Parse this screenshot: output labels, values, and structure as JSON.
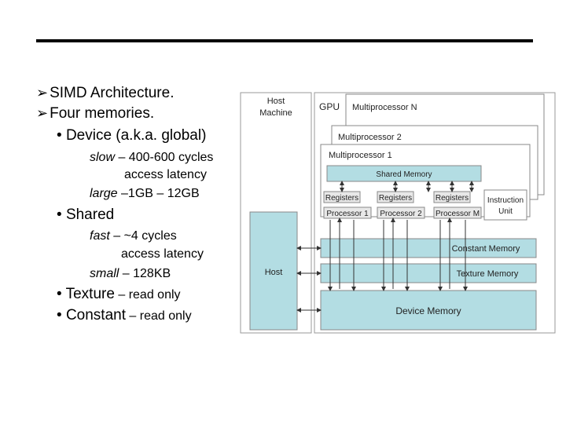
{
  "bullets": {
    "simd": "SIMD Architecture.",
    "four_memories": "Four memories.",
    "device": "Device (a.k.a. global)",
    "device_slow_em": "slow",
    "device_slow_rest": " – 400-600 cycles",
    "device_slow_cont": "access latency",
    "device_large_em": "large",
    "device_large_rest": " –1GB – 12GB",
    "shared": "Shared",
    "shared_fast_em": "fast",
    "shared_fast_rest": " – ~4 cycles",
    "shared_fast_cont": "access latency",
    "shared_small_em": "small",
    "shared_small_rest": " – 128KB",
    "texture": "Texture",
    "texture_note": " – read only",
    "constant": "Constant",
    "constant_note": " – read only"
  },
  "diagram": {
    "host_machine_line1": "Host",
    "host_machine_line2": "Machine",
    "host": "Host",
    "gpu": "GPU",
    "mp_n": "Multiprocessor N",
    "mp_2": "Multiprocessor 2",
    "mp_1": "Multiprocessor 1",
    "shared_memory": "Shared Memory",
    "registers": "Registers",
    "processor_1": "Processor 1",
    "processor_2": "Processor 2",
    "processor_m": "Processor M",
    "instruction_line1": "Instruction",
    "instruction_line2": "Unit",
    "constant_memory": "Constant Memory",
    "texture_memory": "Texture Memory",
    "device_memory": "Device Memory",
    "colors": {
      "box_fill": "#b3dde3",
      "border": "#888888",
      "frame": "#999999"
    }
  }
}
